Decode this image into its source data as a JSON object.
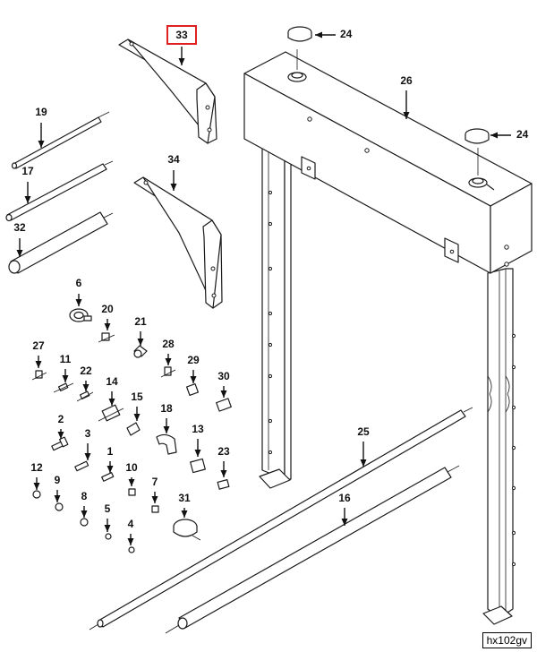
{
  "diagram_id": "hx102gv",
  "highlight_color": "#e02020",
  "callouts": [
    {
      "id": "33",
      "label": "33",
      "highlighted": true
    },
    {
      "id": "24a",
      "label": "24"
    },
    {
      "id": "24b",
      "label": "24"
    },
    {
      "id": "26",
      "label": "26"
    },
    {
      "id": "19",
      "label": "19"
    },
    {
      "id": "17",
      "label": "17"
    },
    {
      "id": "34",
      "label": "34"
    },
    {
      "id": "32",
      "label": "32"
    },
    {
      "id": "6",
      "label": "6"
    },
    {
      "id": "20",
      "label": "20"
    },
    {
      "id": "21",
      "label": "21"
    },
    {
      "id": "27",
      "label": "27"
    },
    {
      "id": "28",
      "label": "28"
    },
    {
      "id": "11",
      "label": "11"
    },
    {
      "id": "22",
      "label": "22"
    },
    {
      "id": "29",
      "label": "29"
    },
    {
      "id": "30",
      "label": "30"
    },
    {
      "id": "14",
      "label": "14"
    },
    {
      "id": "15",
      "label": "15"
    },
    {
      "id": "18",
      "label": "18"
    },
    {
      "id": "2",
      "label": "2"
    },
    {
      "id": "13",
      "label": "13"
    },
    {
      "id": "3",
      "label": "3"
    },
    {
      "id": "1",
      "label": "1"
    },
    {
      "id": "23",
      "label": "23"
    },
    {
      "id": "25",
      "label": "25"
    },
    {
      "id": "12",
      "label": "12"
    },
    {
      "id": "10",
      "label": "10"
    },
    {
      "id": "9",
      "label": "9"
    },
    {
      "id": "7",
      "label": "7"
    },
    {
      "id": "16",
      "label": "16"
    },
    {
      "id": "8",
      "label": "8"
    },
    {
      "id": "31",
      "label": "31"
    },
    {
      "id": "5",
      "label": "5"
    },
    {
      "id": "4",
      "label": "4"
    }
  ]
}
